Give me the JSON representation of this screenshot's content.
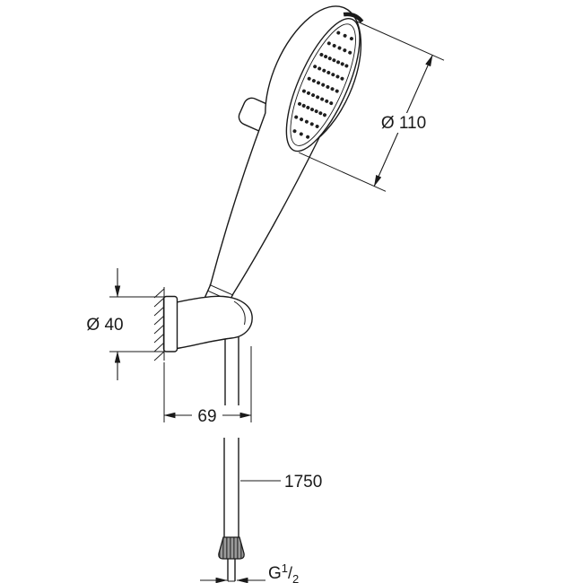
{
  "dimensions": {
    "head_diameter": "Ø 110",
    "bracket_diameter": "Ø 40",
    "bracket_depth": "69",
    "hose_length": "1750",
    "thread": {
      "prefix": "G",
      "numerator": "1",
      "slash": "/",
      "denominator": "2"
    }
  },
  "colors": {
    "line": "#1a1a1a",
    "background": "#ffffff",
    "nut_fill": "#9a9a9a",
    "nut_groove": "#4a4a4a"
  }
}
